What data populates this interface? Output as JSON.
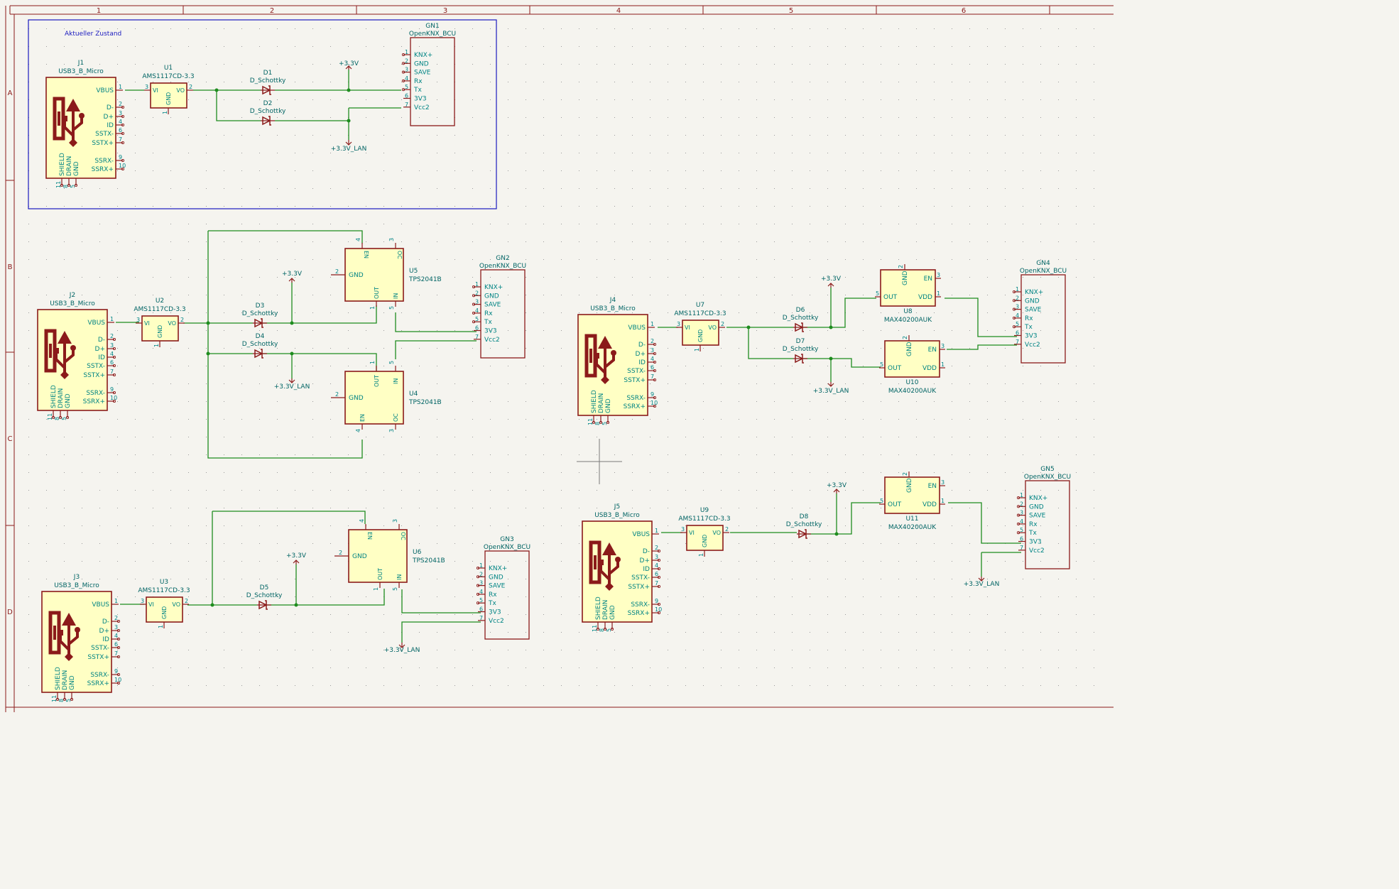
{
  "frame": {
    "col_numbers": [
      "1",
      "2",
      "3",
      "4",
      "5",
      "6"
    ],
    "row_letters": [
      "A",
      "B",
      "C",
      "D"
    ]
  },
  "colors": {
    "background": "#f5f4ef",
    "frame": "#8b1a1a",
    "wire": "#1e8c1e",
    "symbol_body": "#ffffc4",
    "symbol_outline": "#8b1a1a",
    "pin_text": "#008484",
    "label_text": "#006464",
    "group_box": "#1a1abf"
  },
  "group_box": {
    "label": "Aktueller Zustand"
  },
  "power": {
    "v33": "+3.3V",
    "lan": "+3.3V_LAN"
  },
  "parts": {
    "regulator_value": "AMS1117CD-3.3",
    "regulator_pins": {
      "vi": "VI",
      "vo": "VO",
      "gnd": "GND"
    },
    "diode_value": "D_Schottky",
    "switch_value": "TPS2041B",
    "switch_pins": {
      "en": "EN",
      "oc": "OC",
      "out": "OUT",
      "in": "IN",
      "gnd": "GND"
    },
    "ideal_diode_value": "MAX40200AUK",
    "ideal_diode_pins": {
      "out": "OUT",
      "vdd": "VDD",
      "en": "EN",
      "gnd": "GND"
    },
    "usb_value": "USB3_B_Micro",
    "usb_pins": [
      "VBUS",
      "D-",
      "D+",
      "ID",
      "SSTX-",
      "SSTX+",
      "SSRX-",
      "SSRX+"
    ],
    "usb_pin_numbers": [
      "1",
      "2",
      "3",
      "4",
      "6",
      "7",
      "9",
      "10"
    ],
    "usb_bottom_pins": [
      "SHIELD",
      "DRAIN",
      "GND"
    ],
    "usb_bottom_numbers": [
      "11",
      "8",
      "5"
    ],
    "bcu_value": "OpenKNX_BCU",
    "bcu_pins": [
      "KNX+",
      "GND",
      "SAVE",
      "Rx",
      "Tx",
      "3V3",
      "Vcc2"
    ],
    "bcu_pin_numbers": [
      "1",
      "2",
      "3",
      "4",
      "5",
      "6",
      "7"
    ]
  },
  "refs": {
    "J1": "J1",
    "J2": "J2",
    "J3": "J3",
    "J4": "J4",
    "J5": "J5",
    "U1": "U1",
    "U2": "U2",
    "U3": "U3",
    "U4": "U4",
    "U5": "U5",
    "U6": "U6",
    "U7": "U7",
    "U8": "U8",
    "U9": "U9",
    "U10": "U10",
    "U11": "U11",
    "D1": "D1",
    "D2": "D2",
    "D3": "D3",
    "D4": "D4",
    "D5": "D5",
    "D6": "D6",
    "D7": "D7",
    "D8": "D8",
    "GN1": "GN1",
    "GN2": "GN2",
    "GN3": "GN3",
    "GN4": "GN4",
    "GN5": "GN5"
  },
  "pin_numbers": {
    "p1": "1",
    "p2": "2",
    "p3": "3",
    "p4": "4",
    "p5": "5",
    "p6": "6",
    "p7": "7"
  }
}
